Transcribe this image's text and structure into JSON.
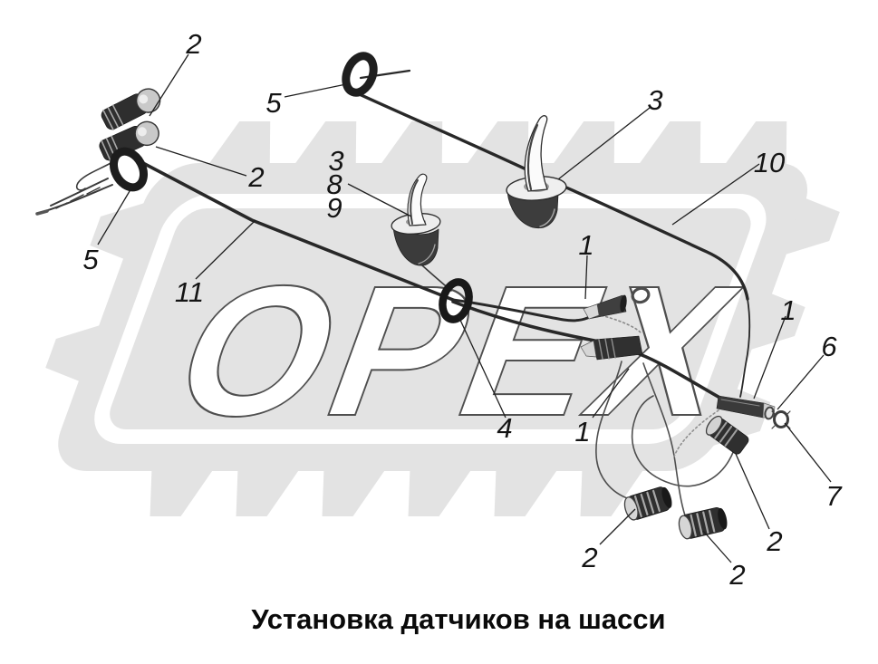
{
  "page": {
    "background": "#ffffff"
  },
  "title": {
    "text": "Установка датчиков на шасси"
  },
  "watermark": {
    "text": "ОРЕХ",
    "gear_color": "#e3e3e3",
    "band_color": "#ffffff",
    "letter_fill": "#ffffff",
    "letter_outline": "#4f4f4f"
  },
  "colors": {
    "line_art": "#282828",
    "leader_line": "#1f1f1f",
    "label_text": "#141414",
    "title_text": "#0a0a0a"
  },
  "callouts": [
    {
      "label": "2"
    },
    {
      "label": "5"
    },
    {
      "label": "3"
    },
    {
      "label": "2"
    },
    {
      "label": "3"
    },
    {
      "label": "8"
    },
    {
      "label": "9"
    },
    {
      "label": "10"
    },
    {
      "label": "5"
    },
    {
      "label": "11"
    },
    {
      "label": "1"
    },
    {
      "label": "1"
    },
    {
      "label": "6"
    },
    {
      "label": "4"
    },
    {
      "label": "1"
    },
    {
      "label": "7"
    },
    {
      "label": "2"
    },
    {
      "label": "2"
    },
    {
      "label": "2"
    }
  ]
}
